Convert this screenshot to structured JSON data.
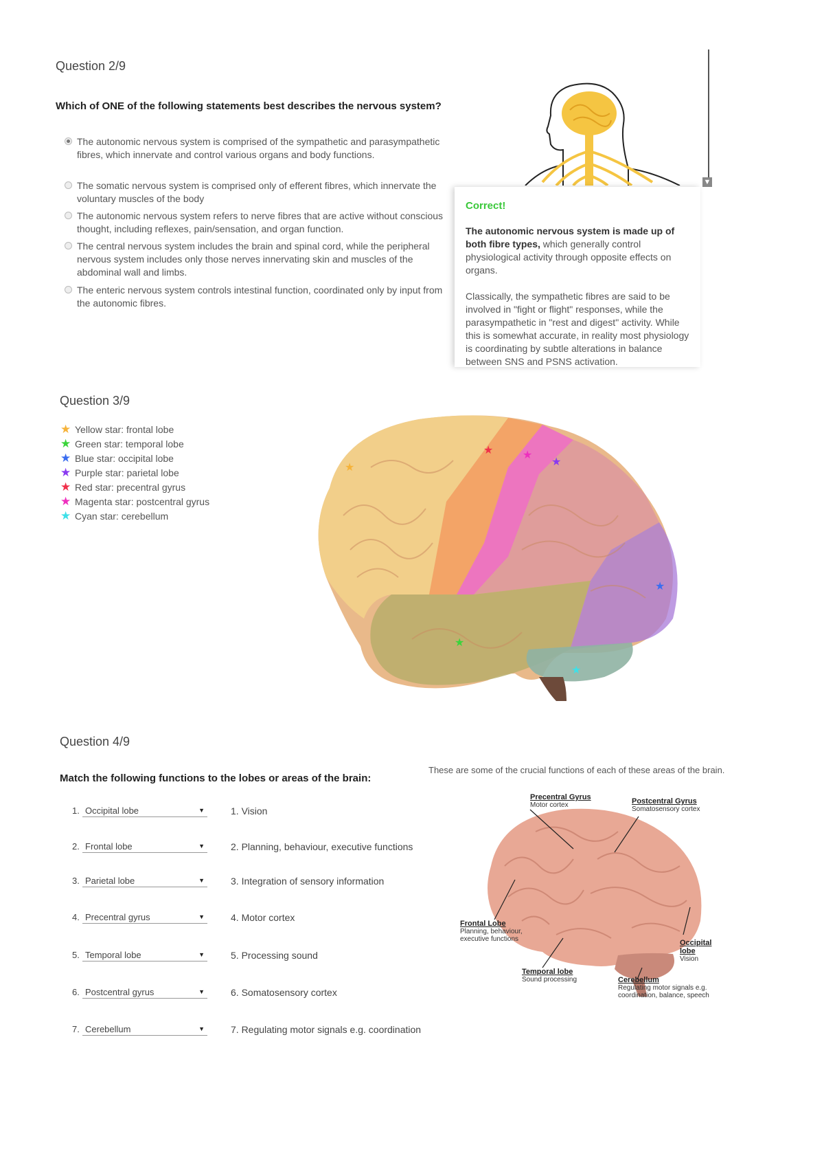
{
  "q2": {
    "title": "Question 2/9",
    "question": "Which of ONE of the following statements best describes the nervous system?",
    "options": [
      "The autonomic nervous system is comprised of the sympathetic and parasympathetic fibres, which innervate and control various organs and body functions.",
      "The somatic nervous system is comprised only of efferent fibres, which innervate the voluntary muscles of the body",
      "The autonomic nervous system refers to nerve fibres that are active without conscious thought, including reflexes, pain/sensation, and organ function.",
      "The central nervous system includes the brain and spinal cord, while the peripheral nervous system includes only those nerves innervating skin and muscles of the abdominal wall and limbs.",
      "The enteric nervous system controls intestinal function, coordinated only by input from the autonomic fibres."
    ],
    "selected_index": 0,
    "feedback": {
      "heading": "Correct!",
      "p1_strong": "The autonomic nervous system is made up of both fibre types,",
      "p1_rest": " which generally control physiological activity through opposite effects on organs.",
      "p2": "Classically, the sympathetic fibres are said to be involved in \"fight or flight\" responses, while the parasympathetic in \"rest and digest\" activity. While this is somewhat accurate, in reality most physiology is coordinating by subtle alterations in balance between SNS and PSNS activation."
    }
  },
  "q3": {
    "title": "Question 3/9",
    "legend": [
      {
        "label": "Yellow star: frontal lobe",
        "color": "#f6b33a"
      },
      {
        "label": "Green star: temporal lobe",
        "color": "#3bd43b"
      },
      {
        "label": "Blue star: occipital lobe",
        "color": "#3a6df0"
      },
      {
        "label": "Purple star: parietal lobe",
        "color": "#8a3af0"
      },
      {
        "label": "Red star: precentral gyrus",
        "color": "#f0304a"
      },
      {
        "label": "Magenta star: postcentral gyrus",
        "color": "#ee2fbe"
      },
      {
        "label": "Cyan star: cerebellum",
        "color": "#3ee0e8"
      }
    ]
  },
  "q4": {
    "title": "Question 4/9",
    "question": "Match the following functions to the lobes or areas of the brain:",
    "caption": "These are some of the crucial functions of each of these areas of the brain.",
    "rows": [
      {
        "num": "1.",
        "selected": "Occipital lobe",
        "function": "1. Vision"
      },
      {
        "num": "2.",
        "selected": "Frontal lobe",
        "function": "2. Planning, behaviour, executive functions"
      },
      {
        "num": "3.",
        "selected": "Parietal lobe",
        "function": "3. Integration of sensory information"
      },
      {
        "num": "4.",
        "selected": "Precentral gyrus",
        "function": "4. Motor cortex"
      },
      {
        "num": "5.",
        "selected": "Temporal lobe",
        "function": "5. Processing sound"
      },
      {
        "num": "6.",
        "selected": "Postcentral gyrus",
        "function": "6. Somatosensory cortex"
      },
      {
        "num": "7.",
        "selected": "Cerebellum",
        "function": "7. Regulating motor signals e.g. coordination"
      }
    ],
    "diagram_labels": {
      "precentral_title": "Precentral Gyrus",
      "precentral_sub": "Motor cortex",
      "postcentral_title": "Postcentral Gyrus",
      "postcentral_sub": "Somatosensory cortex",
      "frontal_title": "Frontal Lobe",
      "frontal_sub1": "Planning, behaviour,",
      "frontal_sub2": "executive functions",
      "occipital_title1": "Occipital",
      "occipital_title2": "lobe",
      "occipital_sub": "Vision",
      "temporal_title": "Temporal lobe",
      "temporal_sub": "Sound processing",
      "cerebellum_title": "Cerebellum",
      "cerebellum_sub1": "Regulating motor signals e.g.",
      "cerebellum_sub2": "coordination, balance, speech"
    }
  },
  "icons": {
    "radio": "radio-icon",
    "star": "star-icon",
    "dropdown": "caret-down-icon",
    "scroll": "scroll-down-icon"
  }
}
